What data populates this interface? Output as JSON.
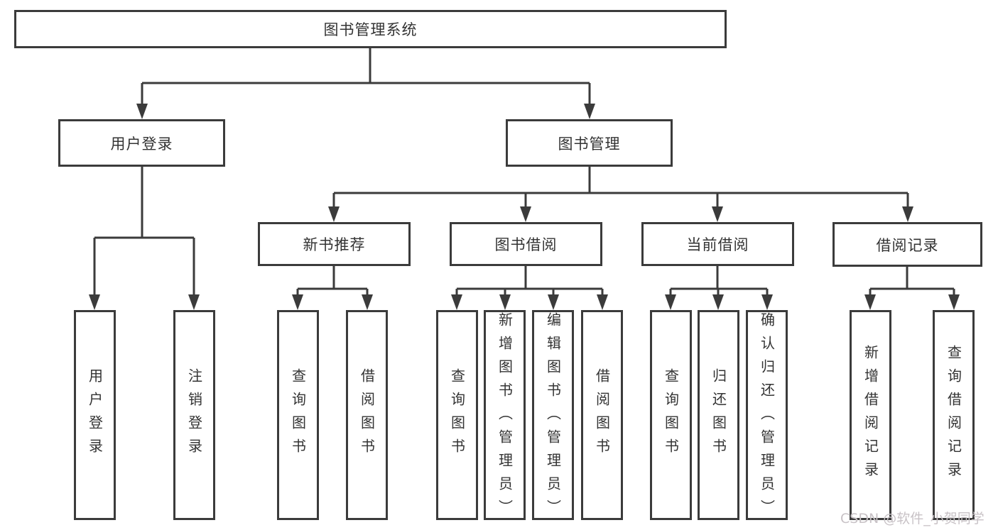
{
  "colors": {
    "line": "#3b3b3b",
    "text": "#333333",
    "watermark_text": "#c8c2c6",
    "background": "#ffffff"
  },
  "watermark": "CSDN @软件_小贺同学",
  "nodes": [
    {
      "id": "root",
      "label": "图书管理系统"
    },
    {
      "id": "user-login-group",
      "label": "用户登录"
    },
    {
      "id": "book-management-group",
      "label": "图书管理"
    },
    {
      "id": "new-book-recommend",
      "label": "新书推荐"
    },
    {
      "id": "book-borrow",
      "label": "图书借阅"
    },
    {
      "id": "current-borrow",
      "label": "当前借阅"
    },
    {
      "id": "borrow-records",
      "label": "借阅记录"
    },
    {
      "id": "leaf-user-login",
      "label": "用户登录"
    },
    {
      "id": "leaf-logout",
      "label": "注销登录"
    },
    {
      "id": "leaf-query-books-1",
      "label": "查询图书"
    },
    {
      "id": "leaf-borrow-books-1",
      "label": "借阅图书"
    },
    {
      "id": "leaf-query-books-2",
      "label": "查询图书"
    },
    {
      "id": "leaf-add-book-admin",
      "label": "新增图书（管理员）"
    },
    {
      "id": "leaf-edit-book-admin",
      "label": "编辑图书（管理员）"
    },
    {
      "id": "leaf-borrow-books-2",
      "label": "借阅图书"
    },
    {
      "id": "leaf-query-books-3",
      "label": "查询图书"
    },
    {
      "id": "leaf-return-book",
      "label": "归还图书"
    },
    {
      "id": "leaf-confirm-return-admin",
      "label": "确认归还（管理员）"
    },
    {
      "id": "leaf-add-borrow-record",
      "label": "新增借阅记录"
    },
    {
      "id": "leaf-query-borrow-record",
      "label": "查询借阅记录"
    }
  ]
}
